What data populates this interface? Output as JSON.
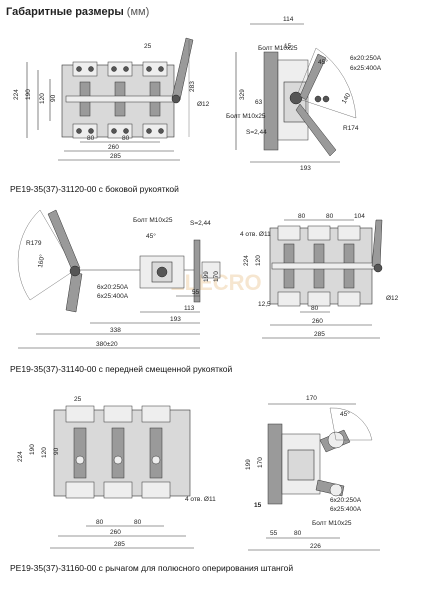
{
  "header": {
    "title": "Габаритные размеры",
    "unit": "(мм)"
  },
  "captions": {
    "side_handle": "РЕ19-35(37)-31120-00 с боковой рукояткой",
    "front_handle": "РЕ19-35(37)-31140-00 с передней смещенной рукояткой",
    "lever": "РЕ19-35(37)-31160-00 с рычагом для полюсного оперирования штангой"
  },
  "watermark": "ELECRO",
  "labels": {
    "d25": "25",
    "d224": "224",
    "d190": "190",
    "d120": "120",
    "d90": "90",
    "d283": "283",
    "d12": "Ø12",
    "d80a": "80",
    "d80b": "80",
    "d80c": "80",
    "d260": "260",
    "d285": "285",
    "d114": "114",
    "d15": "15",
    "d45": "45°",
    "bolt": "Болт М10х25",
    "d329": "329",
    "d63": "63",
    "d140": "140",
    "s244": "S=2,44",
    "r174": "R174",
    "d193": "193",
    "rating1": "6х20:250А",
    "rating2": "6х25:400А",
    "d4holes": "4 отв. Ø11",
    "d104": "104",
    "r179": "R179",
    "d160": "160°",
    "d55": "55",
    "d113": "113",
    "d338": "338",
    "d380": "380±20",
    "d125": "12,5",
    "d15b": "15",
    "d170": "170",
    "d226": "226",
    "d199": "199",
    "d170b": "170"
  }
}
